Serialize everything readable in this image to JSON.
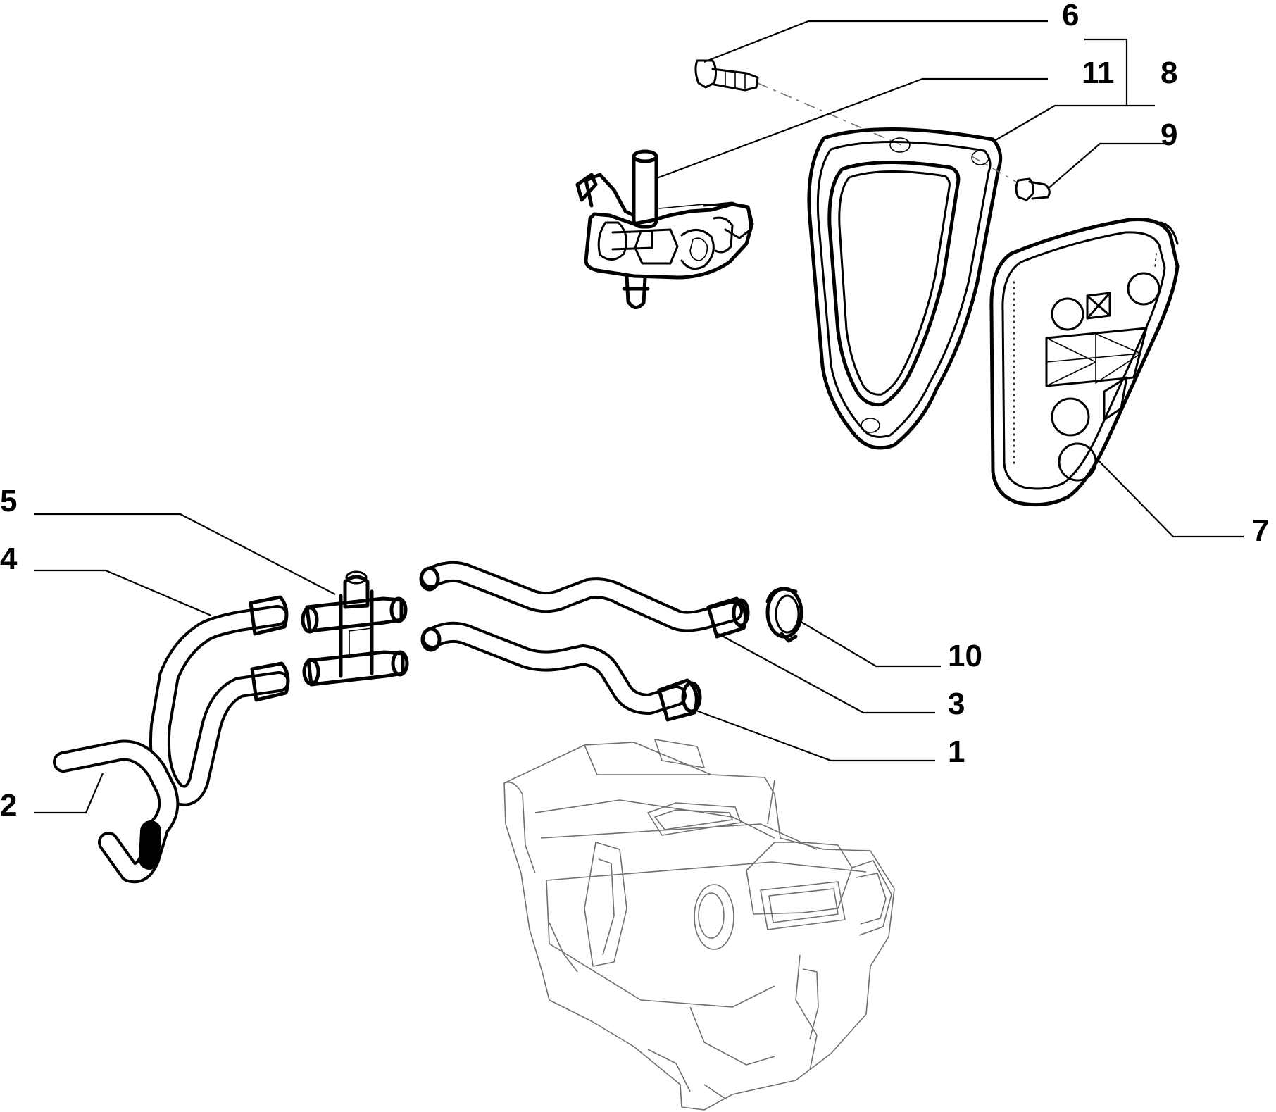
{
  "callouts": {
    "c1": "1",
    "c2": "2",
    "c3": "3",
    "c4": "4",
    "c5": "5",
    "c6": "6",
    "c7": "7",
    "c8": "8",
    "c9": "9",
    "c10": "10",
    "c11": "11"
  },
  "colors": {
    "ink": "#000000",
    "background": "#ffffff",
    "faint": "#6f6f6f"
  }
}
